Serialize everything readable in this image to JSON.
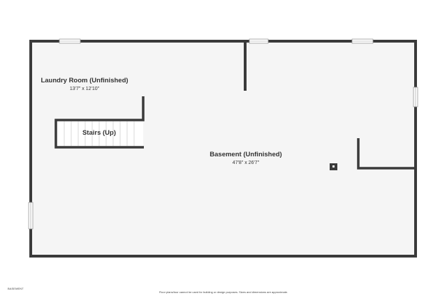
{
  "colors": {
    "wall": "#3a3a3a",
    "floor": "#f5f5f5",
    "window": "#ffffff",
    "stair_line": "#cfcfcf"
  },
  "rooms": {
    "laundry": {
      "name": "Laundry Room (Unfinished)",
      "dims": "13'7\" x 12'10\""
    },
    "stairs": {
      "name": "Stairs (Up)"
    },
    "basement": {
      "name": "Basement (Unfinished)",
      "dims": "47'8\" x 26'7\""
    }
  },
  "icons": {
    "utility": "electrical-panel-icon"
  },
  "footer": {
    "floor_label": "BASEMENT",
    "disclaimer": "Floor plans/tour cannot be used for building or design purposes. Sizes and dimensions are approximate."
  }
}
